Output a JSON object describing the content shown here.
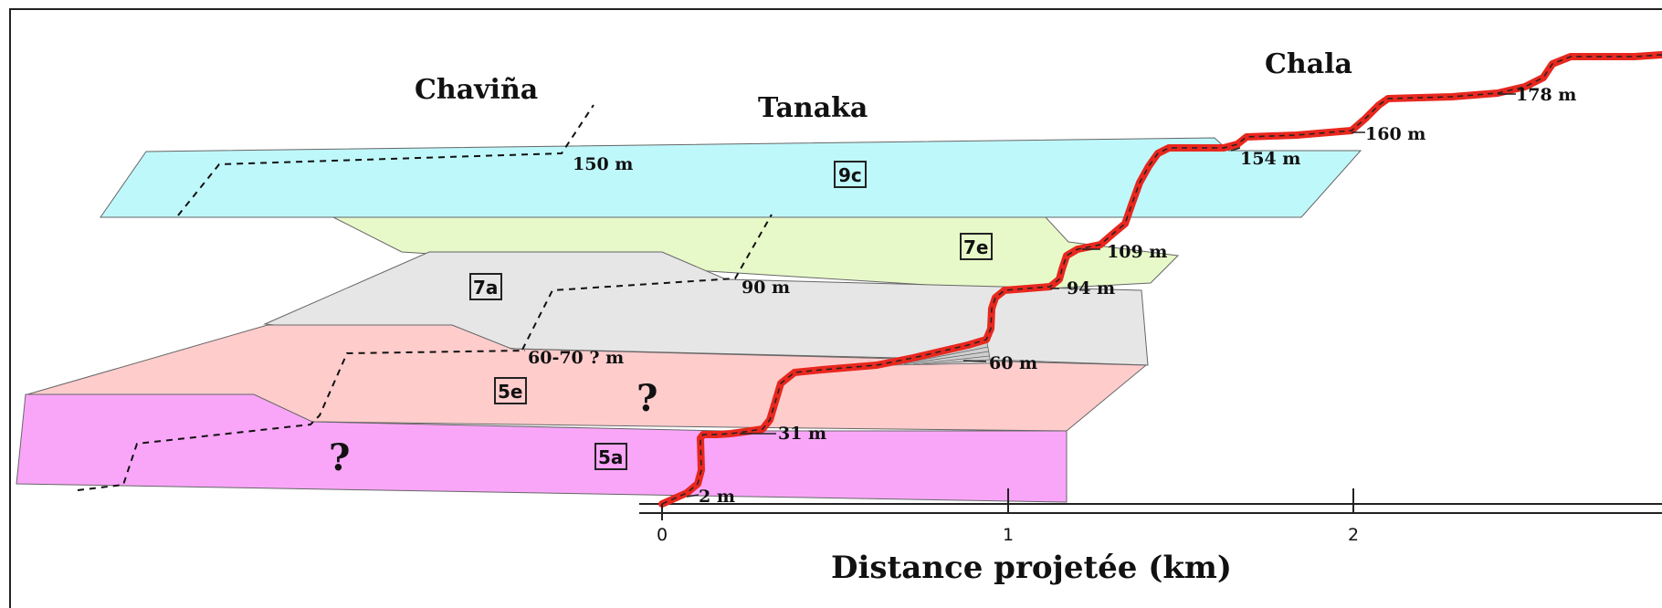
{
  "sites": {
    "chavina": "Chaviña",
    "tanaka": "Tanaka",
    "chala": "Chala"
  },
  "terraces": {
    "t9c": "9c",
    "t7e": "7e",
    "t7a": "7a",
    "t5e": "5e",
    "t5a": "5a"
  },
  "colors": {
    "t9c": "#bff8fb",
    "t7e": "#e8f9c9",
    "t7a": "#e6e6e6",
    "t5e": "#ffcccc",
    "t5a": "#f9a6f9",
    "profile": "#e8271e",
    "frame": "#222222"
  },
  "altitudes": {
    "a150": "150 m",
    "a90": "90 m",
    "a6070": "60-70 ? m",
    "a178": "178 m",
    "a160": "160 m",
    "a154": "154 m",
    "a109": "109 m",
    "a94": "94 m",
    "a60": "60 m",
    "a31": "31 m",
    "a2": "2 m"
  },
  "questions": {
    "q1": "?",
    "q2": "?"
  },
  "axis": {
    "title": "Distance projetée (km)",
    "ticks": [
      "0",
      "1",
      "2"
    ]
  }
}
